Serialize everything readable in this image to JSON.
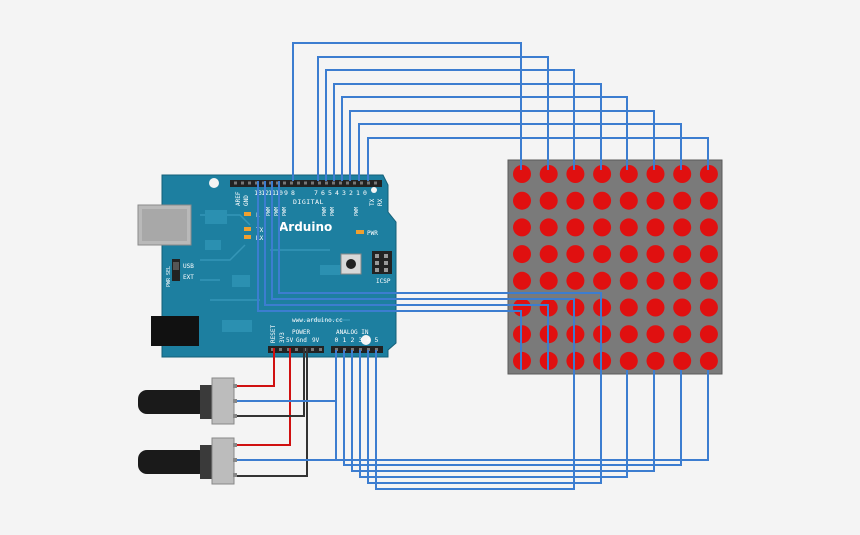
{
  "board": {
    "brand": "Arduino",
    "website": "www.arduino.cc",
    "aref_label": "AREF",
    "gnd_label": "GND",
    "digital_label": "DIGITAL",
    "digital_pins": [
      "13",
      "12",
      "11",
      "10",
      "9",
      "8",
      "7",
      "6",
      "5",
      "4",
      "3",
      "2",
      "1",
      "0"
    ],
    "pwm_label": "PWM",
    "tx_label": "TX",
    "rx_label": "RX",
    "tx_led_label": "TX",
    "rx_led_label": "RX",
    "l_led_label": "L",
    "pwr_led_label": "PWR",
    "icsp_label": "ICSP",
    "pwr_sel_label": "PWR SEL",
    "usb_label": "USB",
    "ext_label": "EXT",
    "reset_label": "RESET",
    "v33_label": "3V3",
    "power_label": "POWER",
    "power_pins": [
      "5V",
      "Gnd",
      "9V"
    ],
    "analog_label": "ANALOG IN",
    "analog_pins": [
      "0",
      "1",
      "2",
      "3",
      "4",
      "5"
    ]
  },
  "matrix": {
    "rows": 8,
    "cols": 8,
    "led_color": "#e01010"
  },
  "colors": {
    "board": "#1d7fa0",
    "wire_signal": "#3c7dd0",
    "wire_power": "#d01010",
    "wire_ground": "#333333",
    "matrix_body": "#7a7a7a"
  }
}
